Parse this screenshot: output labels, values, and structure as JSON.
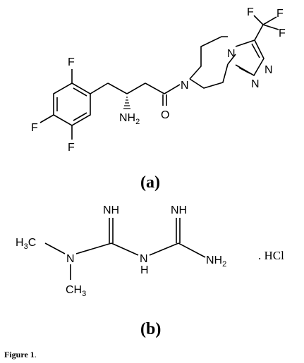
{
  "figure": {
    "caption_label": "Figure 1",
    "caption_punct": ".",
    "panels": [
      {
        "label": "(a)",
        "atoms": {
          "f_top": "F",
          "f_left": "F",
          "f_bottom": "F",
          "nh2": "NH",
          "nh2_sub": "2",
          "o": "O",
          "n_amide": "N",
          "n_ring": "N",
          "n_triazole1": "N",
          "n_triazole2": "N",
          "cf3_f1": "F",
          "cf3_f2": "F",
          "cf3_f3": "F"
        }
      },
      {
        "label": "(b)",
        "salt": ". HCl",
        "atoms": {
          "nh_left": "NH",
          "nh_right": "NH",
          "h3c_main": "H",
          "h3c_sub": "3",
          "h3c_c": "C",
          "n_dimethyl": "N",
          "ch3_c": "CH",
          "ch3_sub": "3",
          "n_bridge": "N",
          "h_bridge": "H",
          "nh2_main": "NH",
          "nh2_sub": "2"
        }
      }
    ]
  }
}
